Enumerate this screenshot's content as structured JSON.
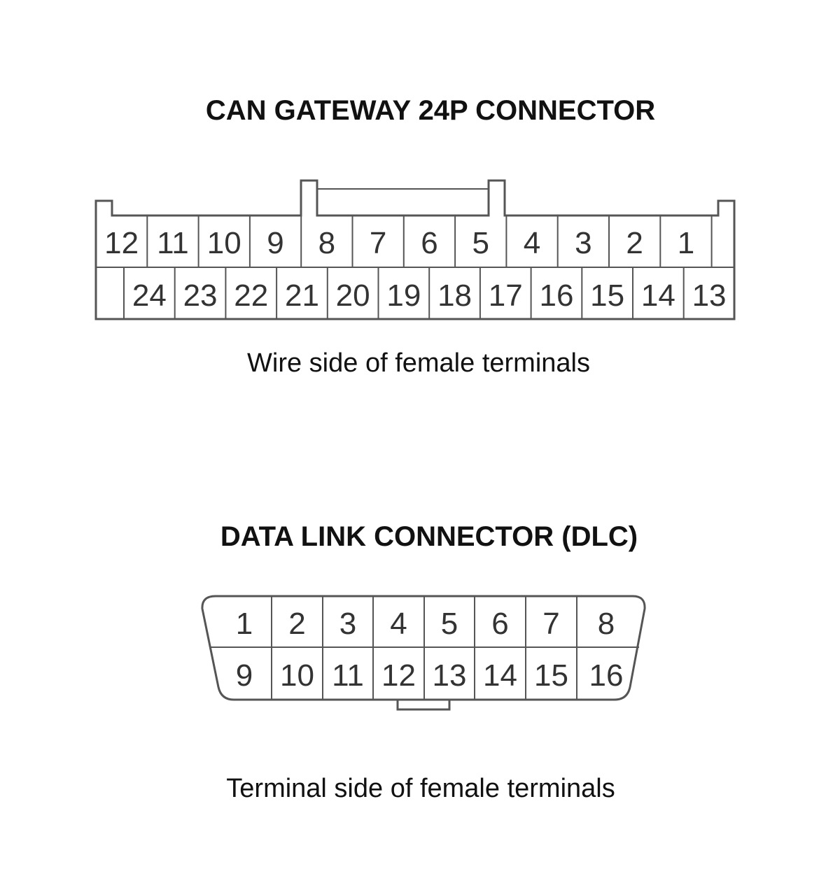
{
  "gateway": {
    "title": "CAN GATEWAY 24P CONNECTOR",
    "caption": "Wire side of female terminals",
    "top_row": [
      "12",
      "11",
      "10",
      "9",
      "8",
      "7",
      "6",
      "5",
      "4",
      "3",
      "2",
      "1"
    ],
    "bottom_row": [
      "24",
      "23",
      "22",
      "21",
      "20",
      "19",
      "18",
      "17",
      "16",
      "15",
      "14",
      "13"
    ]
  },
  "dlc": {
    "title": "DATA LINK CONNECTOR (DLC)",
    "caption": "Terminal side of female terminals",
    "top_row": [
      "1",
      "2",
      "3",
      "4",
      "5",
      "6",
      "7",
      "8"
    ],
    "bottom_row": [
      "9",
      "10",
      "11",
      "12",
      "13",
      "14",
      "15",
      "16"
    ]
  }
}
